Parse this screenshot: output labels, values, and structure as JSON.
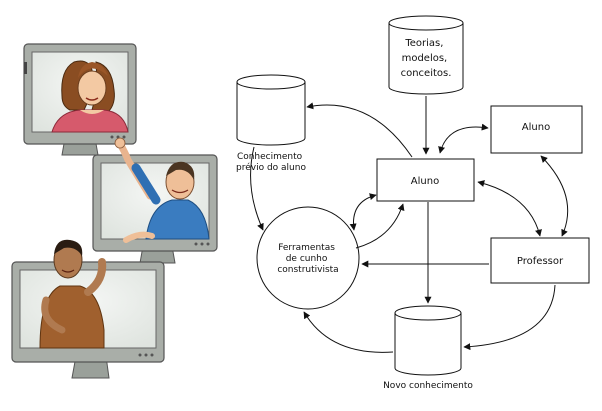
{
  "illustration": {
    "monitors": [
      {
        "person": "woman-brown-hair"
      },
      {
        "person": "man-pointing-up"
      },
      {
        "person": "boy-waving"
      }
    ]
  },
  "diagram": {
    "nodes": {
      "teorias": {
        "lines": [
          "Teorias,",
          "modelos,",
          "conceitos."
        ]
      },
      "conhecimento_previo": {
        "lines": [
          "Conhecimento",
          "prévio do aluno"
        ]
      },
      "aluno_center": {
        "label": "Aluno"
      },
      "aluno_right": {
        "label": "Aluno"
      },
      "ferramentas": {
        "lines": [
          "Ferramentas",
          "de cunho",
          "construtivista"
        ]
      },
      "professor": {
        "label": "Professor"
      },
      "novo_conhecimento": {
        "label": "Novo conhecimento"
      }
    }
  }
}
